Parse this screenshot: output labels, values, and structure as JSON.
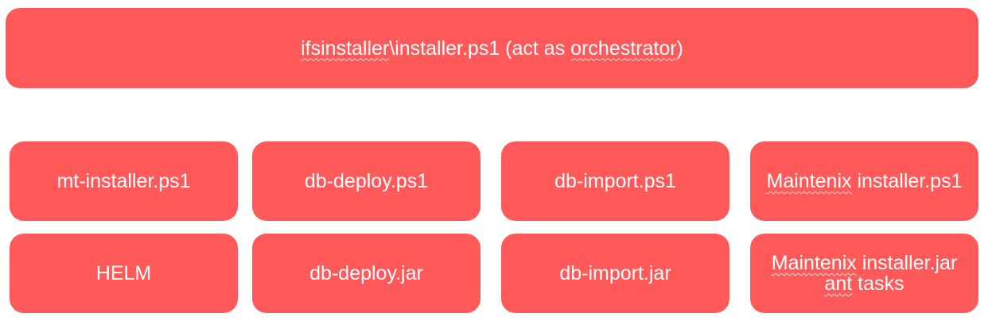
{
  "orchestrator": {
    "part1": "ifsinstaller",
    "part2": "\\installer.ps1  (act as ",
    "part3": "orchestrator",
    "part4": ")"
  },
  "scripts": {
    "mt_installer": "mt-installer.ps1",
    "db_deploy": "db-deploy.ps1",
    "db_import": "db-import.ps1",
    "maintenix_installer_word": "Maintenix",
    "maintenix_installer_rest": " installer.ps1"
  },
  "tools": {
    "helm": "HELM",
    "db_deploy_jar": "db-deploy.jar",
    "db_import_jar": "db-import.jar",
    "maintenix_jar_word": "Maintenix",
    "maintenix_jar_rest": " installer.jar",
    "ant_word": "ant",
    "ant_rest": " tasks"
  },
  "colors": {
    "box_fill": "#ff595a",
    "box_text": "#ffffff"
  }
}
